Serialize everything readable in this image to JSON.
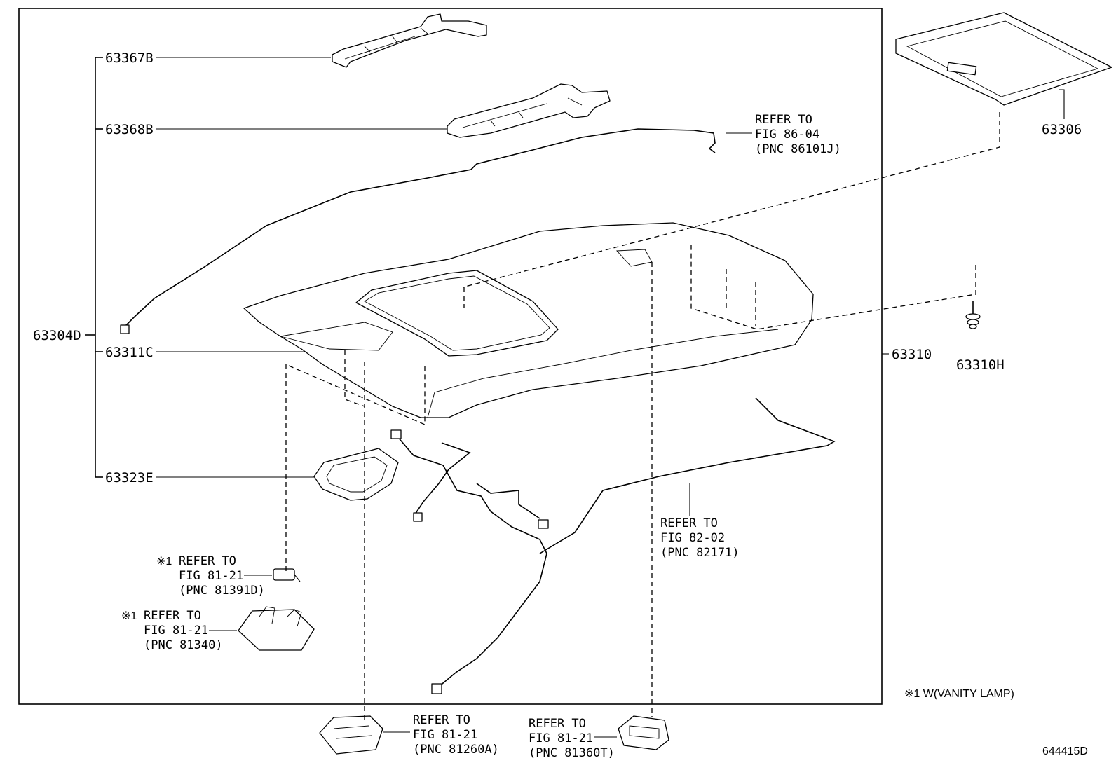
{
  "parts": {
    "p63367B": "63367B",
    "p63368B": "63368B",
    "p63304D": "63304D",
    "p63311C": "63311C",
    "p63323E": "63323E",
    "p63310": "63310",
    "p63306": "63306",
    "p63310H": "63310H"
  },
  "refs": {
    "r86": {
      "l1": "REFER TO",
      "l2": "FIG 86-04",
      "l3": "(PNC 86101J)"
    },
    "r82": {
      "l1": "REFER TO",
      "l2": "FIG 82-02",
      "l3": "(PNC 82171)"
    },
    "r81391": {
      "mark": "※1",
      "l1": "REFER TO",
      "l2": "FIG 81-21",
      "l3": "(PNC 81391D)"
    },
    "r81340": {
      "mark": "※1",
      "l1": "REFER TO",
      "l2": "FIG 81-21",
      "l3": "(PNC 81340)"
    },
    "r81260": {
      "l1": "REFER TO",
      "l2": "FIG 81-21",
      "l3": "(PNC 81260A)"
    },
    "r81360": {
      "l1": "REFER TO",
      "l2": "FIG 81-21",
      "l3": "(PNC 81360T)"
    }
  },
  "footnote": "※1 W(VANITY LAMP)",
  "diagram_id": "644415D"
}
